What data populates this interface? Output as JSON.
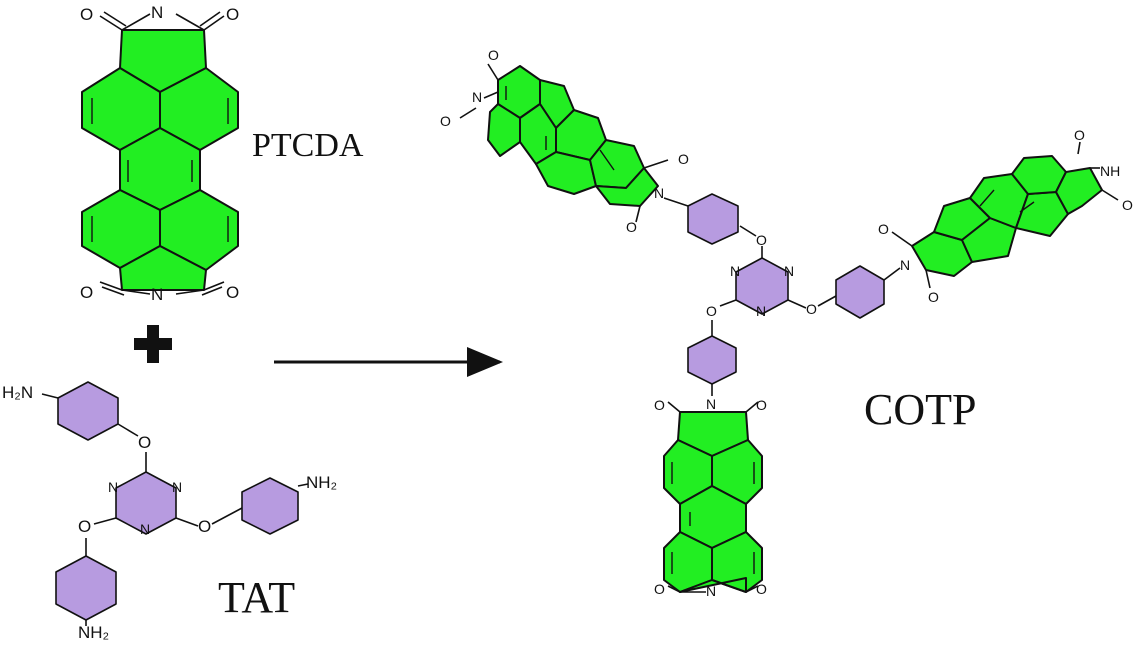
{
  "labels": {
    "ptcda": "PTCDA",
    "tat": "TAT",
    "cotp": "COTP"
  },
  "atoms": {
    "O": "O",
    "N": "N",
    "NH": "NH",
    "H2N": "H₂N",
    "NH2": "NH₂"
  },
  "colors": {
    "perylene_fill": "#22ee22",
    "phenyl_fill": "#b79be0",
    "bond": "#111111"
  },
  "symbols": {
    "plus": "plus-sign",
    "arrow": "reaction-arrow"
  }
}
